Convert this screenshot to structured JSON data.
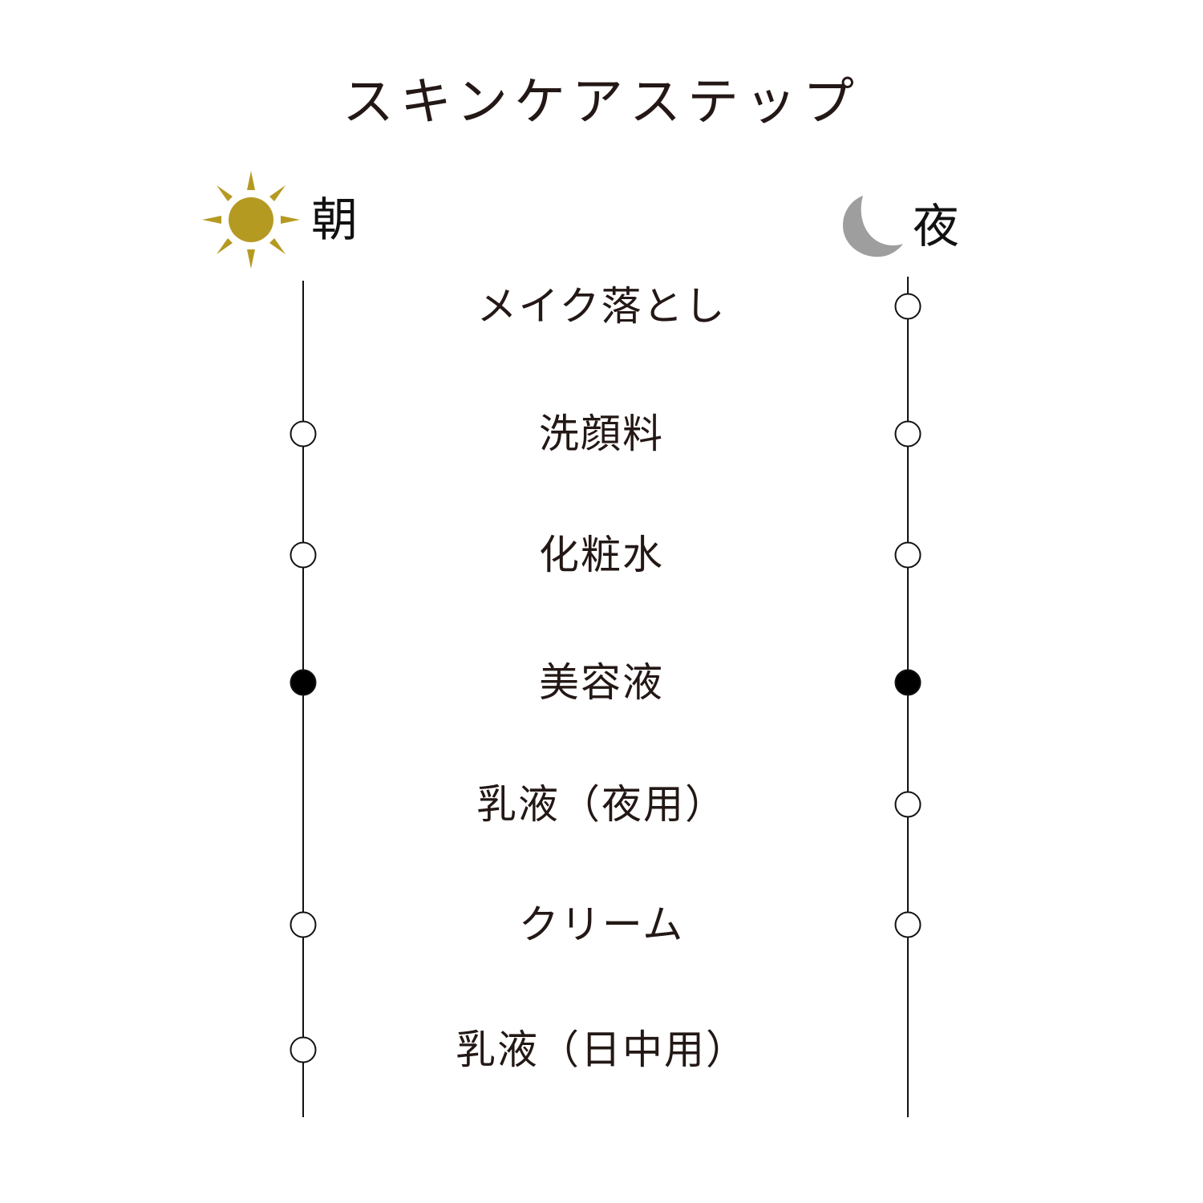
{
  "title": "スキンケアステップ",
  "morning": {
    "icon": "sun-icon",
    "label": "朝",
    "color": "#B59A22"
  },
  "night": {
    "icon": "moon-icon",
    "label": "夜",
    "color": "#9E9E9F"
  },
  "steps": [
    {
      "label": "メイク落とし",
      "morning": "none",
      "night": "open"
    },
    {
      "label": "洗顔料",
      "morning": "open",
      "night": "open"
    },
    {
      "label": "化粧水",
      "morning": "open",
      "night": "open"
    },
    {
      "label": "美容液",
      "morning": "filled",
      "night": "filled"
    },
    {
      "label": "乳液（夜用）",
      "morning": "none",
      "night": "open"
    },
    {
      "label": "クリーム",
      "morning": "open",
      "night": "open"
    },
    {
      "label": "乳液（日中用）",
      "morning": "open",
      "night": "none"
    }
  ]
}
